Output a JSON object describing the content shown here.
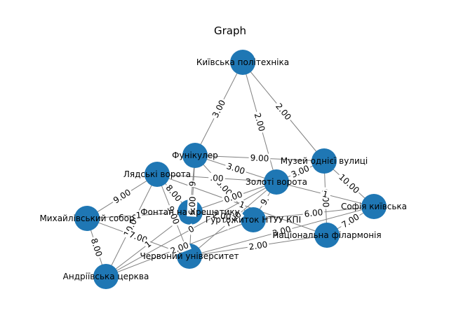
{
  "title": "Graph",
  "colors": {
    "node": "#1f77b4",
    "edge": "#808080",
    "background": "#ffffff"
  },
  "nodes": [
    {
      "id": "kpi",
      "label": "Київська політехніка"
    },
    {
      "id": "funicular",
      "label": "Фунікулер"
    },
    {
      "id": "museum",
      "label": "Музей однієї вулиці"
    },
    {
      "id": "lyadski",
      "label": "Лядські ворота"
    },
    {
      "id": "zoloti",
      "label": "Золоті ворота"
    },
    {
      "id": "sofia",
      "label": "Софія київська"
    },
    {
      "id": "mykhailivsky",
      "label": "Михайлівський собор"
    },
    {
      "id": "fountain",
      "label": "Фонтан на Хрещатику"
    },
    {
      "id": "dorm",
      "label": "Гуртожиток НТУУ КПІ"
    },
    {
      "id": "philharmonic",
      "label": "Національна філармонія"
    },
    {
      "id": "red_univ",
      "label": "Червоний університет"
    },
    {
      "id": "andriivska",
      "label": "Андріївська церква"
    }
  ],
  "edges": [
    {
      "source": "kpi",
      "target": "funicular",
      "label": "3.00"
    },
    {
      "source": "kpi",
      "target": "zoloti",
      "label": "2.00"
    },
    {
      "source": "kpi",
      "target": "museum",
      "label": "2.00"
    },
    {
      "source": "funicular",
      "target": "museum",
      "label": "9.00"
    },
    {
      "source": "funicular",
      "target": "zoloti",
      "label": "3.00"
    },
    {
      "source": "funicular",
      "target": "dorm",
      "label": "6.00"
    },
    {
      "source": "funicular",
      "target": "fountain",
      "label": "9"
    },
    {
      "source": "funicular",
      "target": "red_univ",
      "label": "6.00"
    },
    {
      "source": "lyadski",
      "target": "mykhailivsky",
      "label": "9.00"
    },
    {
      "source": "lyadski",
      "target": "fountain",
      "label": "8.00"
    },
    {
      "source": "lyadski",
      "target": "red_univ",
      "label": "9.00"
    },
    {
      "source": "lyadski",
      "target": "zoloti",
      "label": ".00"
    },
    {
      "source": "lyadski",
      "target": "philharmonic",
      "label": "1"
    },
    {
      "source": "lyadski",
      "target": "andriivska",
      "label": "10.00"
    },
    {
      "source": "museum",
      "target": "zoloti",
      "label": "3.00"
    },
    {
      "source": "museum",
      "target": "sofia",
      "label": "10.00"
    },
    {
      "source": "museum",
      "target": "philharmonic",
      "label": "6.00"
    },
    {
      "source": "zoloti",
      "target": "sofia",
      "label": "1"
    },
    {
      "source": "zoloti",
      "target": "dorm",
      "label": "9."
    },
    {
      "source": "zoloti",
      "target": "fountain",
      "label": "0.00"
    },
    {
      "source": "zoloti",
      "target": "andriivska",
      "label": "0"
    },
    {
      "source": "zoloti",
      "target": "red_univ",
      "label": "7.00"
    },
    {
      "source": "sofia",
      "target": "dorm",
      "label": "6.00"
    },
    {
      "source": "sofia",
      "target": "philharmonic",
      "label": "7.00"
    },
    {
      "source": "sofia",
      "target": "red_univ",
      "label": "3.00"
    },
    {
      "source": "mykhailivsky",
      "target": "andriivska",
      "label": "8.00"
    },
    {
      "source": "mykhailivsky",
      "target": "red_univ",
      "label": "7.00"
    },
    {
      "source": "mykhailivsky",
      "target": "fountain",
      "label": "1"
    },
    {
      "source": "fountain",
      "target": "dorm",
      "label": "2.00"
    },
    {
      "source": "red_univ",
      "target": "philharmonic",
      "label": "2.00"
    },
    {
      "source": "andriivska",
      "target": "dorm",
      "label": "2.00"
    },
    {
      "source": "andriivska",
      "target": "fountain",
      "label": "1"
    }
  ]
}
